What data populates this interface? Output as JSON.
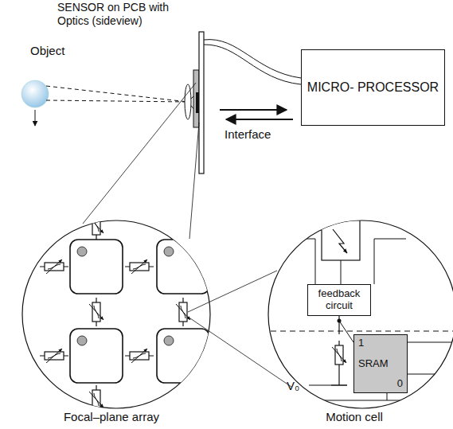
{
  "diagram": {
    "nodes": [
      {
        "text": [
          "MICRO- PROCESSOR"
        ]
      },
      {
        "text": [
          "feedback circuit"
        ]
      },
      {
        "text": [
          "1",
          "SRAM",
          "0"
        ]
      }
    ],
    "labels": [
      "SENSOR on PCB with Optics (sideview)",
      "Object",
      "Interface",
      "Focal–plane array",
      "Motion cell",
      "V₀"
    ]
  }
}
